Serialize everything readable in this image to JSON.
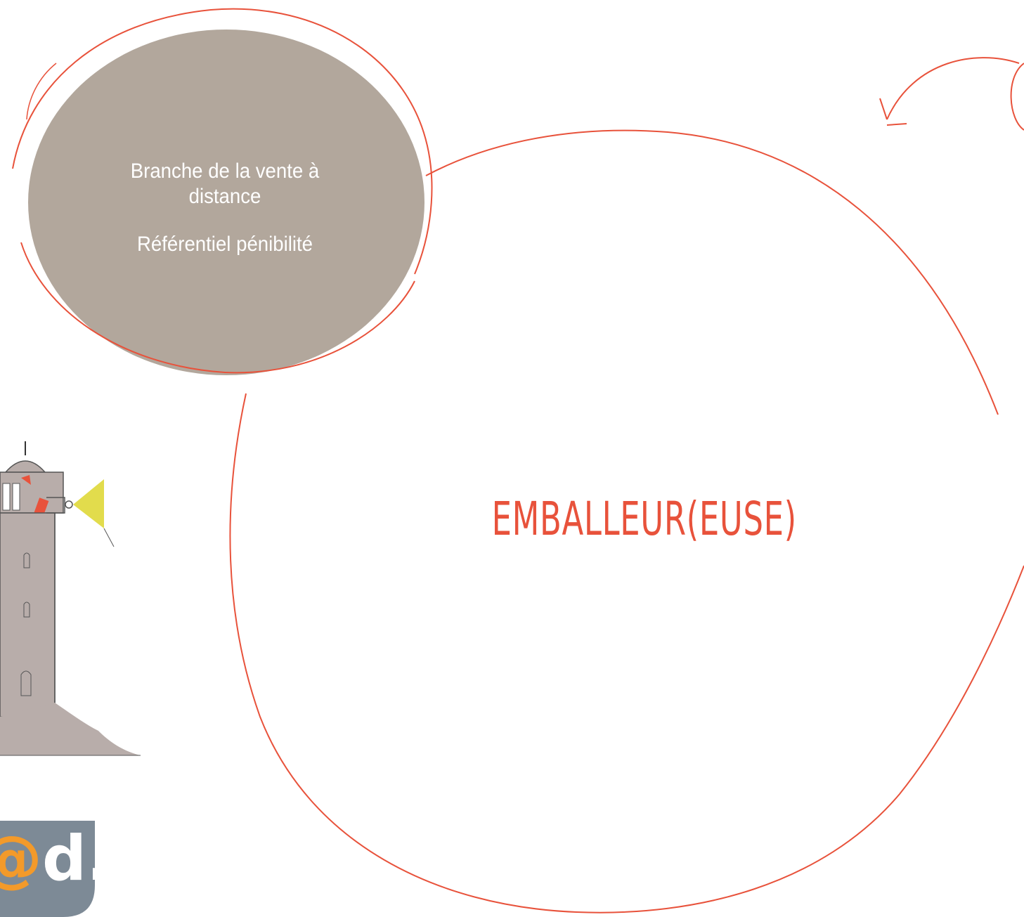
{
  "bubble": {
    "line1": "Branche de la vente à",
    "line2": "distance",
    "line3": "Référentiel pénibilité"
  },
  "main_circle": {
    "title": "EMBALLEUR(EUSE)"
  },
  "logo": {
    "text": "@d."
  },
  "colors": {
    "accent_red": "#e8523b",
    "bubble_fill": "#b2a79c",
    "lighthouse_fill": "#b8adaa",
    "beam_yellow": "#e2dc4c",
    "logo_bg": "#7d8a96",
    "logo_at": "#f39a2a"
  },
  "icons": [
    "lighthouse-icon",
    "curved-arrow-icon",
    "logo-badge"
  ]
}
